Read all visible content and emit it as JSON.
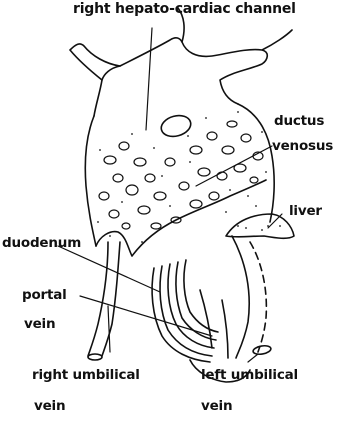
{
  "labels": {
    "hepato_cardiac": "right hepato-cardiac channel",
    "ductus_line1": "ductus",
    "ductus_line2": "venosus",
    "liver": "liver",
    "duodenum": "duodenum",
    "portal_line1": "portal",
    "portal_line2": "vein",
    "right_umb_line1": "right umbilical",
    "right_umb_line2": "vein",
    "left_umb_line1": "left umbilical",
    "left_umb_line2": "vein"
  },
  "colors": {
    "ink": "#111111",
    "background": "#ffffff"
  }
}
